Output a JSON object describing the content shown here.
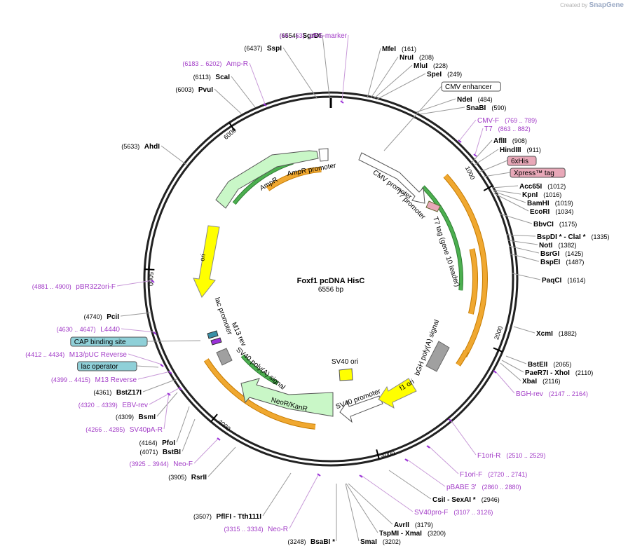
{
  "credit": {
    "prefix": "Created by",
    "brand": "SnapGene"
  },
  "plasmid": {
    "name": "Foxf1 pcDNA HisC",
    "length": "6556 bp"
  },
  "ring_ticks": [
    "1000",
    "2000",
    "3000",
    "4000",
    "5000",
    "6000"
  ],
  "feature_labels": {
    "cmv_promoter": "CMV promoter",
    "t7_promoter": "T7 promoter",
    "t7_tag": "T7 tag (gene 10 leader)",
    "ampr": "AmpR",
    "ampr_promoter": "AmpR promoter",
    "ori": "ori",
    "lac_promoter": "lac promoter",
    "m13_rev": "M13 rev",
    "sv40_polya": "SV40 poly(A) signal",
    "neor": "NeoR/KanR",
    "sv40_ori": "SV40 ori",
    "sv40_promoter": "SV40 promoter",
    "f1_ori": "f1 ori",
    "bgh_polya": "bGH poly(A) signal"
  },
  "right_labels": [
    {
      "name": "MfeI",
      "pos": "(161)"
    },
    {
      "name": "NruI",
      "pos": "(208)"
    },
    {
      "name": "MluI",
      "pos": "(228)"
    },
    {
      "name": "SpeI",
      "pos": "(249)"
    },
    {
      "name": "CMV enhancer",
      "pos": "",
      "box": "white"
    },
    {
      "name": "NdeI",
      "pos": "(484)"
    },
    {
      "name": "SnaBI",
      "pos": "(590)"
    },
    {
      "name": "CMV-F",
      "pos": "(769 .. 789)",
      "primer": true
    },
    {
      "name": "T7",
      "pos": "(863 .. 882)",
      "primer": true
    },
    {
      "name": "AflII",
      "pos": "(908)"
    },
    {
      "name": "HindIII",
      "pos": "(911)"
    },
    {
      "name": "6xHis",
      "pos": "",
      "box": "pink"
    },
    {
      "name": "Xpress™ tag",
      "pos": "",
      "box": "pink"
    },
    {
      "name": "Acc65I",
      "pos": "(1012)"
    },
    {
      "name": "KpnI",
      "pos": "(1016)"
    },
    {
      "name": "BamHI",
      "pos": "(1019)"
    },
    {
      "name": "EcoRI",
      "pos": "(1034)"
    },
    {
      "name": "BbvCI",
      "pos": "(1175)"
    },
    {
      "name": "BspDI * - ClaI *",
      "pos": "(1335)"
    },
    {
      "name": "NotI",
      "pos": "(1382)"
    },
    {
      "name": "BsrGI",
      "pos": "(1425)"
    },
    {
      "name": "BspEI",
      "pos": "(1487)"
    },
    {
      "name": "PaqCI",
      "pos": "(1614)"
    },
    {
      "name": "XcmI",
      "pos": "(1882)"
    },
    {
      "name": "BstEII",
      "pos": "(2065)"
    },
    {
      "name": "PaeR7I - XhoI",
      "pos": "(2110)"
    },
    {
      "name": "XbaI",
      "pos": "(2116)"
    },
    {
      "name": "BGH-rev",
      "pos": "(2147 .. 2164)",
      "primer": true
    },
    {
      "name": "F1ori-R",
      "pos": "(2510 .. 2529)",
      "primer": true
    },
    {
      "name": "F1ori-F",
      "pos": "(2720 .. 2741)",
      "primer": true
    },
    {
      "name": "pBABE 3'",
      "pos": "(2860 .. 2880)",
      "primer": true
    },
    {
      "name": "CsiI - SexAI *",
      "pos": "(2946)"
    },
    {
      "name": "SV40pro-F",
      "pos": "(3107 .. 3126)",
      "primer": true
    },
    {
      "name": "AvrII",
      "pos": "(3179)"
    },
    {
      "name": "TspMI - XmaI",
      "pos": "(3200)"
    },
    {
      "name": "SmaI",
      "pos": "(3202)"
    }
  ],
  "left_labels": [
    {
      "name": "SgrDI",
      "pos": "(6554)"
    },
    {
      "name": "pRS-marker",
      "pos": "(44 .. 63)",
      "primer": true
    },
    {
      "name": "SspI",
      "pos": "(6437)"
    },
    {
      "name": "Amp-R",
      "pos": "(6183 .. 6202)",
      "primer": true
    },
    {
      "name": "ScaI",
      "pos": "(6113)"
    },
    {
      "name": "PvuI",
      "pos": "(6003)"
    },
    {
      "name": "AhdI",
      "pos": "(5633)"
    },
    {
      "name": "pBR322ori-F",
      "pos": "(4881 .. 4900)",
      "primer": true
    },
    {
      "name": "PciI",
      "pos": "(4740)"
    },
    {
      "name": "L4440",
      "pos": "(4630 .. 4647)",
      "primer": true
    },
    {
      "name": "CAP binding site",
      "pos": "",
      "box": "teal"
    },
    {
      "name": "M13/pUC Reverse",
      "pos": "(4412 .. 4434)",
      "primer": true
    },
    {
      "name": "lac operator",
      "pos": "",
      "box": "teal"
    },
    {
      "name": "M13 Reverse",
      "pos": "(4399 .. 4415)",
      "primer": true
    },
    {
      "name": "BstZ17I",
      "pos": "(4361)"
    },
    {
      "name": "EBV-rev",
      "pos": "(4320 .. 4339)",
      "primer": true
    },
    {
      "name": "BsmI",
      "pos": "(4309)"
    },
    {
      "name": "SV40pA-R",
      "pos": "(4266 .. 4285)",
      "primer": true
    },
    {
      "name": "PfoI",
      "pos": "(4164)"
    },
    {
      "name": "BstBI",
      "pos": "(4071)"
    },
    {
      "name": "Neo-F",
      "pos": "(3925 .. 3944)",
      "primer": true
    },
    {
      "name": "RsrII",
      "pos": "(3905)"
    },
    {
      "name": "PflFI - Tth111I",
      "pos": "(3507)"
    },
    {
      "name": "Neo-R",
      "pos": "(3315 .. 3334)",
      "primer": true
    },
    {
      "name": "BsaBI *",
      "pos": "(3248)"
    }
  ],
  "colors": {
    "ring": "#222222",
    "enzyme_text": "#000000",
    "primer_text": "#a23cc7",
    "leader_line": "#999999",
    "primer_mark": "#9b30d9",
    "cmv_fill": "#ffffff",
    "ampr_fill": "#c9f7c7",
    "ori_fill": "#ffff00",
    "orf_fill": "#f0a830",
    "orf_stroke": "#c47a00",
    "green_arc": "#4caf50",
    "polya_fill": "#a0a0a0",
    "teal_box": "#8fd0d8",
    "pink_box": "#e8a8b8"
  }
}
